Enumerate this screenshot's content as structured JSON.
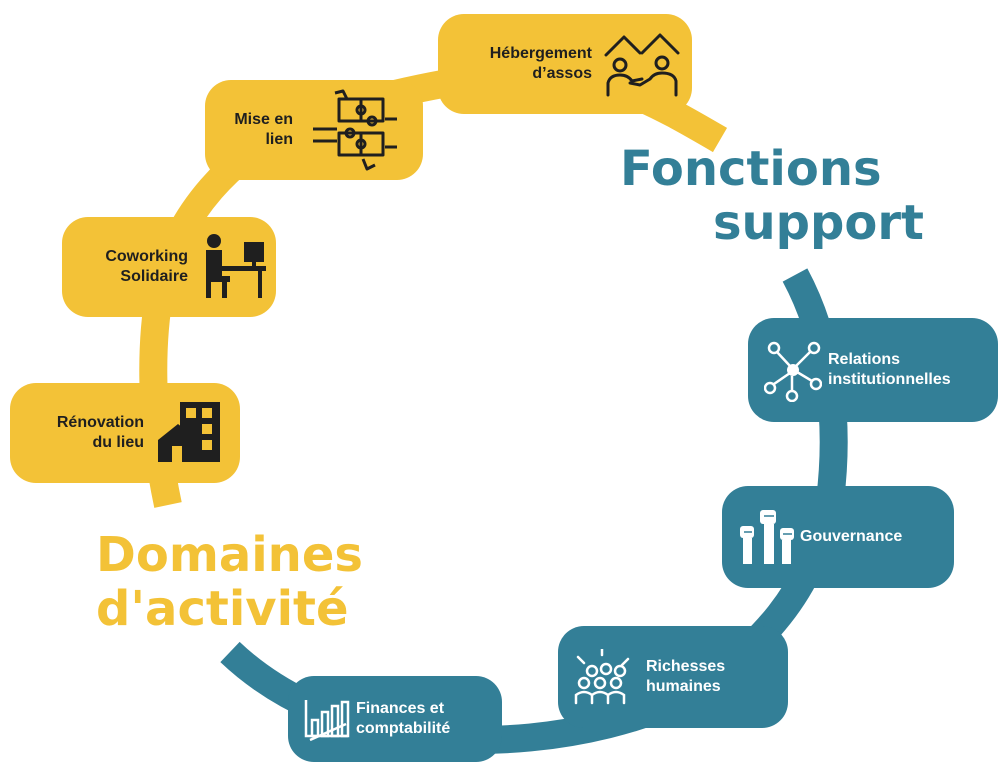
{
  "support_title": {
    "line1": "Fonctions",
    "line2": "support"
  },
  "activity_title": {
    "line1": "Domaines",
    "line2": "d'activité"
  },
  "activity_items": [
    {
      "label": "Hébergement\nd’assos",
      "icon": "housing-handshake-icon"
    },
    {
      "label": "Mise en\nlien",
      "icon": "puzzle-hands-icon"
    },
    {
      "label": "Coworking\nSolidaire",
      "icon": "desk-worker-icon"
    },
    {
      "label": "Rénovation\ndu lieu",
      "icon": "house-building-icon"
    }
  ],
  "support_items": [
    {
      "label": "Relations\ninstitutionnelles",
      "icon": "network-nodes-icon"
    },
    {
      "label": "Gouvernance",
      "icon": "raised-fists-icon"
    },
    {
      "label": "Richesses\nhumaines",
      "icon": "group-people-icon"
    },
    {
      "label": "Finances et\ncomptabilité",
      "icon": "bar-chart-icon"
    }
  ],
  "colors": {
    "activity": "#f3c237",
    "support": "#337f97"
  }
}
